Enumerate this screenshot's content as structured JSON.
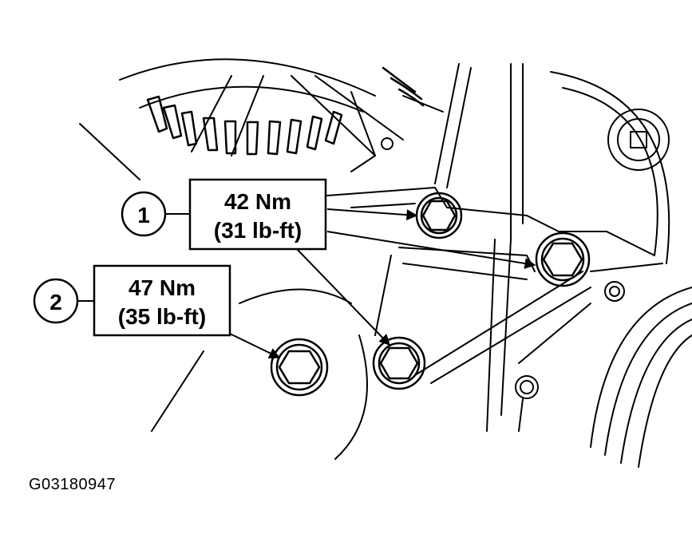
{
  "callouts": [
    {
      "number": "1",
      "torque_nm": "42 Nm",
      "torque_lbft": "(31 lb-ft)"
    },
    {
      "number": "2",
      "torque_nm": "47 Nm",
      "torque_lbft": "(35 lb-ft)"
    }
  ],
  "figure_id": "G03180947",
  "colors": {
    "ink": "#000000",
    "paper": "#ffffff"
  }
}
